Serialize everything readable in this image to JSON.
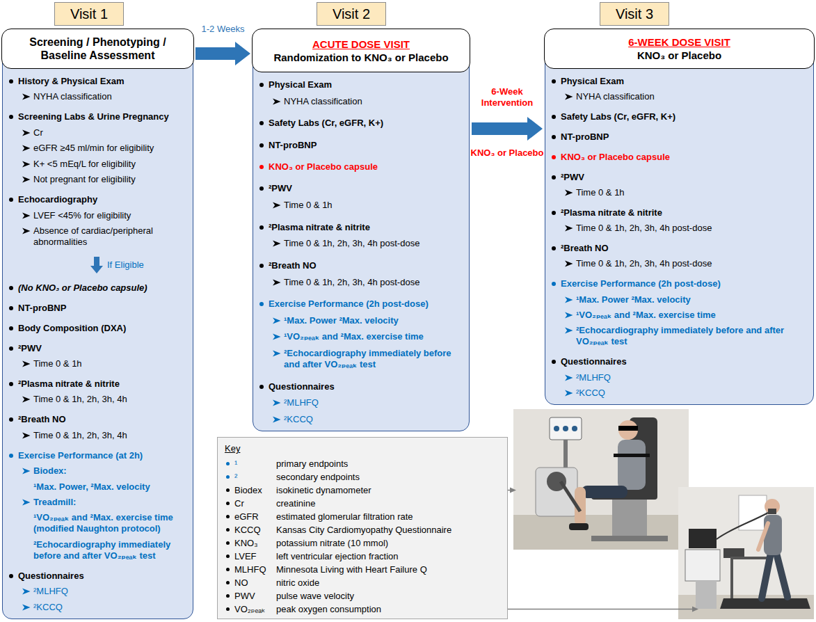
{
  "diagram": {
    "nodes": [
      {
        "text": [
          "Visit 1"
        ]
      },
      {
        "text": [
          "History & Physical Exam",
          "NYHA classification",
          "Screening Labs & Urine Pregnancy",
          "Cr",
          "eGFR ≥45 ml/min for eligibility",
          "K+ <5 mEq/L for eligibility",
          "Not pregnant for eligibility",
          "Echocardiography",
          "LVEF <45% for eligibility",
          "Absence of cardiac/peripheral abnormalities",
          "If Eligible",
          "(No KNO₃ or Placebo capsule)",
          "NT-proBNP",
          "Body Composition (DXA)",
          "²PWV",
          "Time 0 & 1h",
          "²Plasma nitrate & nitrite",
          "Time 0 & 1h, 2h, 3h, 4h",
          "²Breath NO",
          "Time 0 & 1h, 2h, 3h, 4h",
          "Exercise Performance (at 2h)",
          "Biodex:",
          "¹Max. Power, ²Max. velocity",
          "Treadmill:",
          "¹VO₂ₚₑₐₖ and ²Max. exercise time (modified Naughton protocol)",
          "²Echocardiography immediately before and after VO₂ₚₑₐₖ test",
          "Questionnaires",
          "²MLHFQ",
          "²KCCQ"
        ]
      },
      {
        "text": [
          "Screening / Phenotyping / Baseline Assessment"
        ],
        "in": 1
      },
      {
        "text": [
          "Visit 2"
        ]
      },
      {
        "text": [
          "Physical Exam",
          "NYHA classification",
          "Safety Labs (Cr, eGFR, K+)",
          "NT-proBNP",
          "KNO₃ or Placebo capsule",
          "²PWV",
          "Time 0 & 1h",
          "²Plasma nitrate & nitrite",
          "Time 0 & 1h, 2h, 3h, 4h post-dose",
          "²Breath NO",
          "Time 0 & 1h, 2h, 3h, 4h post-dose",
          "Exercise Performance (2h post-dose)",
          "¹Max. Power ²Max. velocity",
          "¹VO₂ₚₑₐₖ and ²Max. exercise time",
          "²Echocardiography immediately before and after VO₂ₚₑₐₖ test",
          "Questionnaires",
          "²MLHFQ",
          "²KCCQ"
        ]
      },
      {
        "text": [
          "ACUTE DOSE VISIT",
          "Randomization to KNO₃ or Placebo"
        ],
        "in": 4
      },
      {
        "text": [
          "Visit 3"
        ]
      },
      {
        "text": [
          "Physical Exam",
          "NYHA classification",
          "Safety Labs (Cr, eGFR, K+)",
          "NT-proBNP",
          "KNO₃ or Placebo capsule",
          "²PWV",
          "Time 0 & 1h",
          "²Plasma nitrate & nitrite",
          "Time 0 & 1h, 2h, 3h, 4h post-dose",
          "²Breath NO",
          "Time 0 & 1h, 2h, 3h, 4h post-dose",
          "Exercise Performance (2h post-dose)",
          "¹Max. Power ²Max. velocity",
          "¹VO₂ₚₑₐₖ and ²Max. exercise time",
          "²Echocardiography immediately before and after VO₂ₚₑₐₖ test",
          "Questionnaires",
          "²MLHFQ",
          "²KCCQ"
        ]
      },
      {
        "text": [
          "6-WEEK DOSE VISIT",
          "KNO₃ or Placebo"
        ],
        "in": 7
      },
      {
        "text": [
          "Key",
          "¹",
          "primary endpoints",
          "²",
          "secondary endpoints",
          "Biodex",
          "isokinetic dynamometer",
          "Cr",
          "creatinine",
          "eGFR",
          "estimated glomerular filtration rate",
          "KCCQ",
          "Kansas City Cardiomyopathy Questionnaire",
          "KNO₃",
          "potassium nitrate (10 mmol)",
          "LVEF",
          "left ventricular ejection fraction",
          "MLHFQ",
          "Minnesota Living with Heart Failure Q",
          "NO",
          "nitric oxide",
          "PWV",
          "pulse wave velocity",
          "VO₂ₚₑₐₖ",
          "peak oxygen consumption"
        ]
      }
    ],
    "edges": [
      {
        "from": 1,
        "to": 4,
        "arrow": "to",
        "label": "1-2 Weeks"
      },
      {
        "from": 4,
        "to": 7,
        "arrow": "to",
        "label": "6-Week Intervention"
      }
    ],
    "labels": [
      "KNO₃ or Placebo"
    ]
  }
}
